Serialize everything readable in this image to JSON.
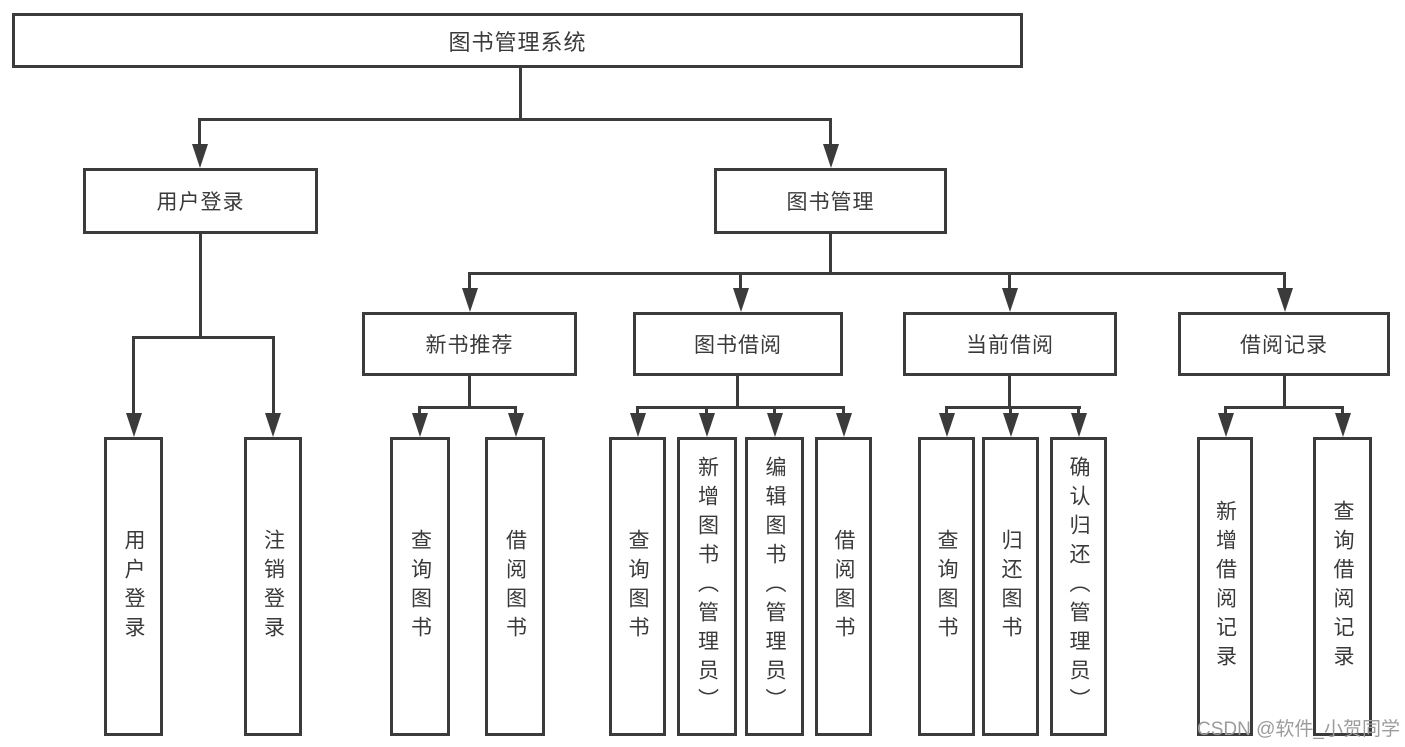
{
  "tree": {
    "label": "图书管理系统",
    "children": [
      {
        "label": "用户登录",
        "children": [
          {
            "label": "用户登录"
          },
          {
            "label": "注销登录"
          }
        ]
      },
      {
        "label": "图书管理",
        "children": [
          {
            "label": "新书推荐",
            "children": [
              {
                "label": "查询图书"
              },
              {
                "label": "借阅图书"
              }
            ]
          },
          {
            "label": "图书借阅",
            "children": [
              {
                "label": "查询图书"
              },
              {
                "label": "新增图书（管理员）"
              },
              {
                "label": "编辑图书（管理员）"
              },
              {
                "label": "借阅图书"
              }
            ]
          },
          {
            "label": "当前借阅",
            "children": [
              {
                "label": "查询图书"
              },
              {
                "label": "归还图书"
              },
              {
                "label": "确认归还（管理员）"
              }
            ]
          },
          {
            "label": "借阅记录",
            "children": [
              {
                "label": "新增借阅记录"
              },
              {
                "label": "查询借阅记录"
              }
            ]
          }
        ]
      }
    ]
  },
  "watermark": {
    "text": "CSDN @软件_小贺同学"
  },
  "colors": {
    "stroke": "#3b3b3b",
    "background": "#ffffff",
    "watermark_gray": "#9c9c9c"
  }
}
